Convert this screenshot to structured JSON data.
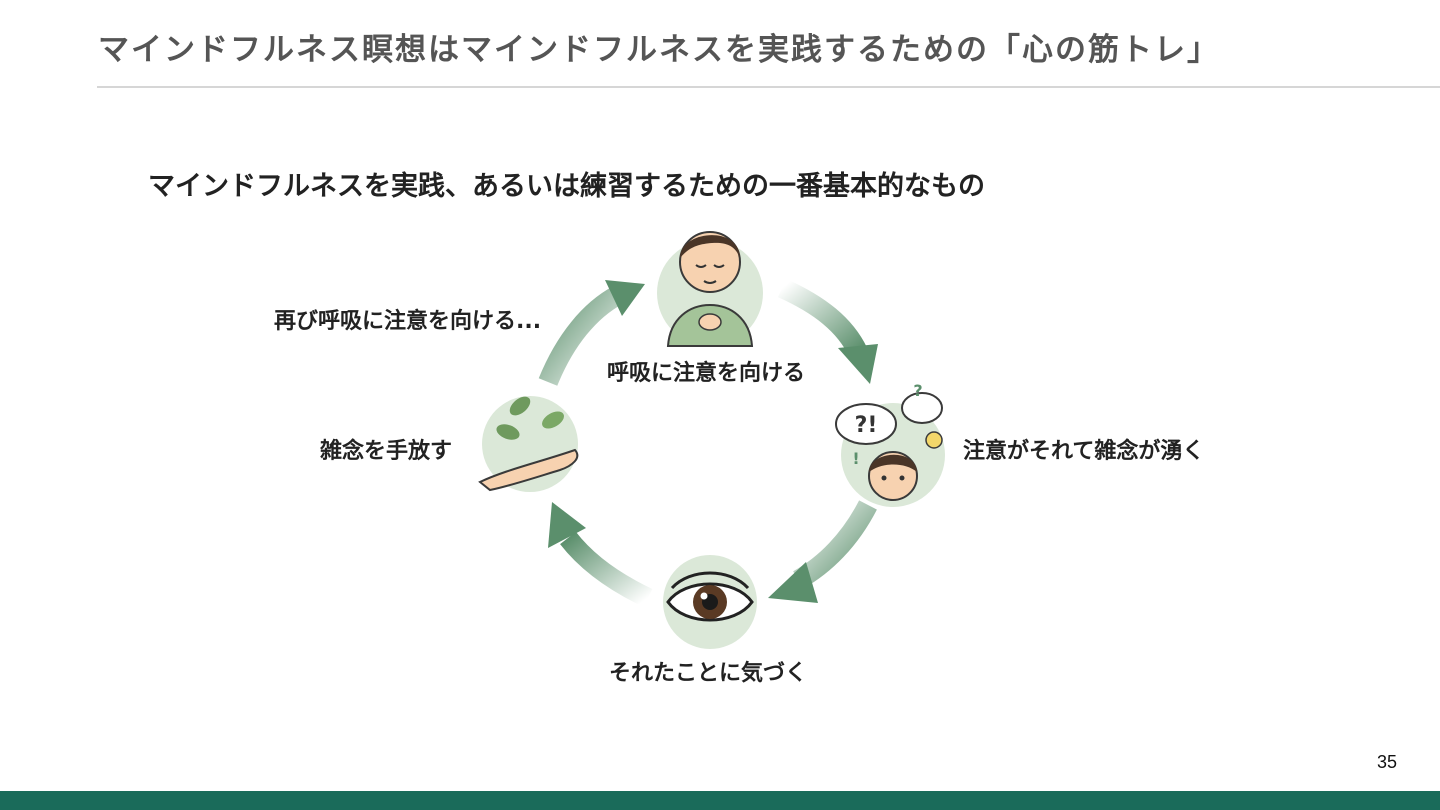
{
  "slide": {
    "title": "マインドフルネス瞑想はマインドフルネスを実践するための「心の筋トレ」",
    "page_number": "35",
    "footer_color": "#1a6b5a"
  },
  "diagram": {
    "heading": "マインドフルネスを実践、あるいは練習するための一番基本的なもの",
    "steps": [
      {
        "label": "呼吸に注意を向ける",
        "icon": "man-breathing-icon"
      },
      {
        "label": "注意がそれて雑念が湧く",
        "icon": "distracted-thoughts-icon"
      },
      {
        "label": "それたことに気づく",
        "icon": "eye-icon"
      },
      {
        "label": "雑念を手放す",
        "icon": "hand-releasing-leaves-icon"
      }
    ],
    "return_label": "再び呼吸に注意を向ける...",
    "arrow_color": "#5b8f6c",
    "circle_color": "#dbe8d8",
    "thought_marks": [
      "?!",
      "?",
      "!"
    ]
  }
}
